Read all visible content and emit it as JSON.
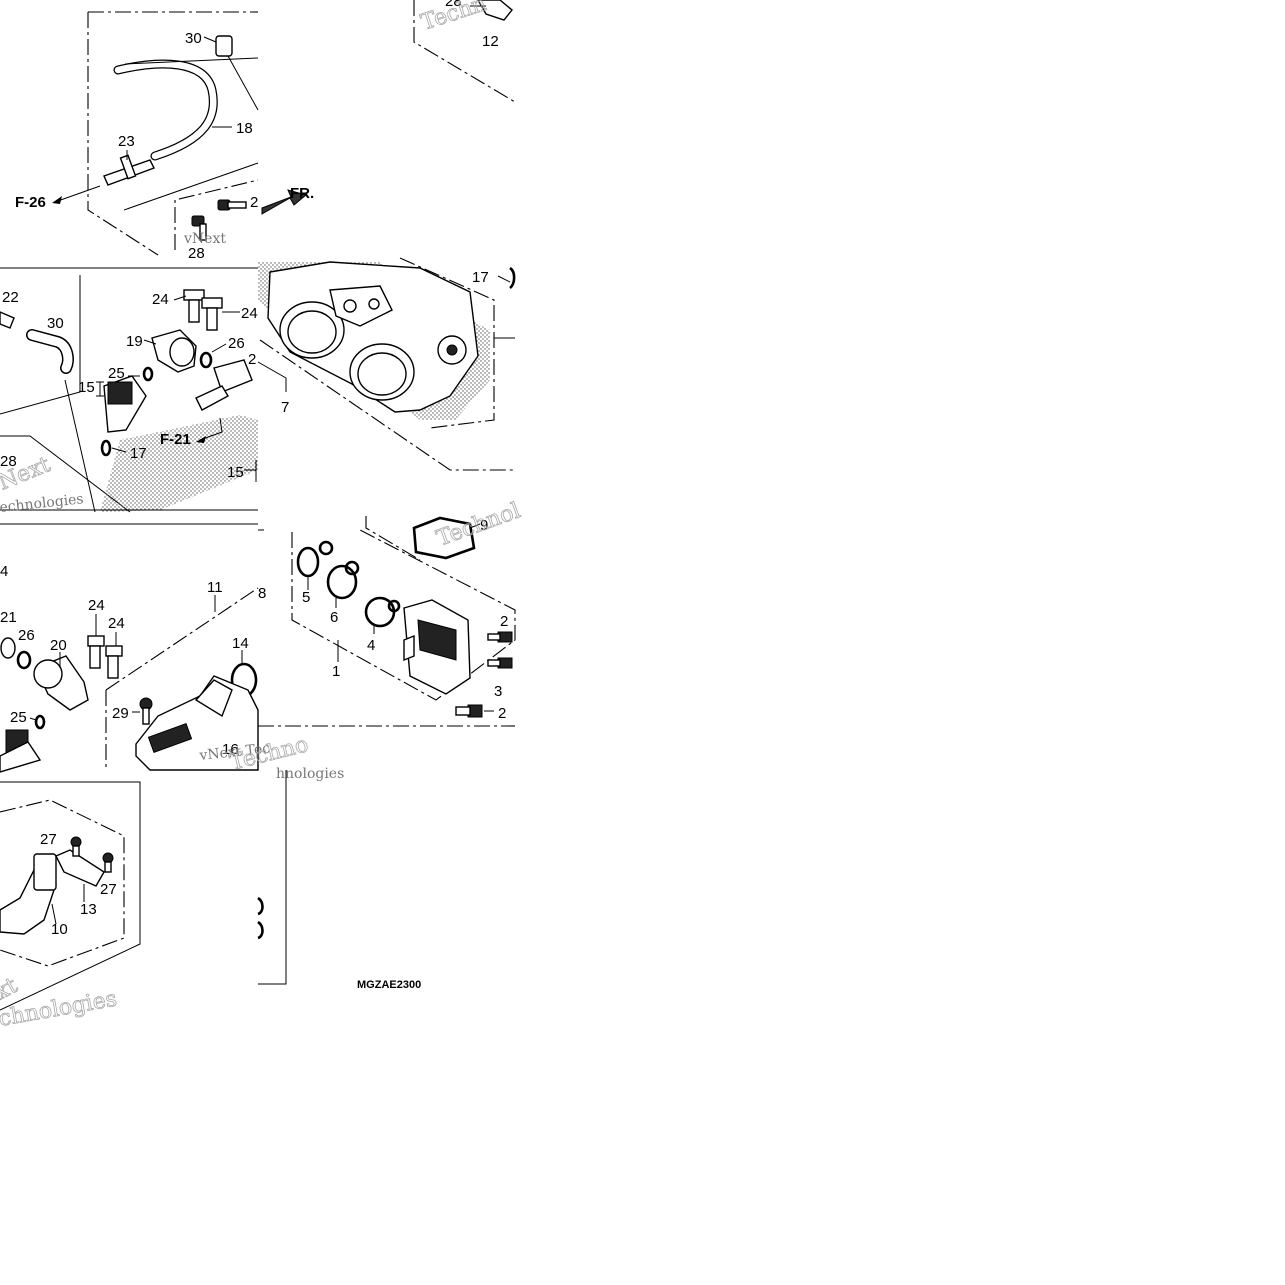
{
  "diagram": {
    "drawing_code": "MGZAE2300",
    "direction_label": "FR.",
    "refs": {
      "f26": "F-26",
      "f21": "F-21"
    },
    "watermarks": {
      "w1": "Techn",
      "w2": "vNext",
      "w3": "Next",
      "w4": "echnologies",
      "w5": "Technol",
      "w6": "vNext Tec",
      "w7": "hnologies",
      "w8": "xt",
      "w9": "chnologies",
      "w10": "Techno"
    },
    "callouts": {
      "p30a": "30",
      "p18": "18",
      "p23": "23",
      "p12": "12",
      "p28a": "28",
      "p28b": "28",
      "p2a": "2",
      "p22": "22",
      "p30b": "30",
      "p24a": "24",
      "p24b": "24",
      "p19": "19",
      "p26a": "26",
      "p25a": "25",
      "p15a": "15",
      "p17a": "17",
      "p2b": "2",
      "p7": "7",
      "p17b": "17",
      "p28c": "28",
      "p15b": "15",
      "p9": "9",
      "p4a": "4",
      "p21": "21",
      "p26b": "26",
      "p20": "20",
      "p24c": "24",
      "p24d": "24",
      "p11": "11",
      "p8": "8",
      "p14": "14",
      "p29": "29",
      "p25b": "25",
      "p16": "16",
      "p5": "5",
      "p6": "6",
      "p4b": "4",
      "p1": "1",
      "p2c": "2",
      "p3": "3",
      "p2d": "2",
      "p27a": "27",
      "p27b": "27",
      "p13": "13",
      "p10": "10"
    }
  }
}
